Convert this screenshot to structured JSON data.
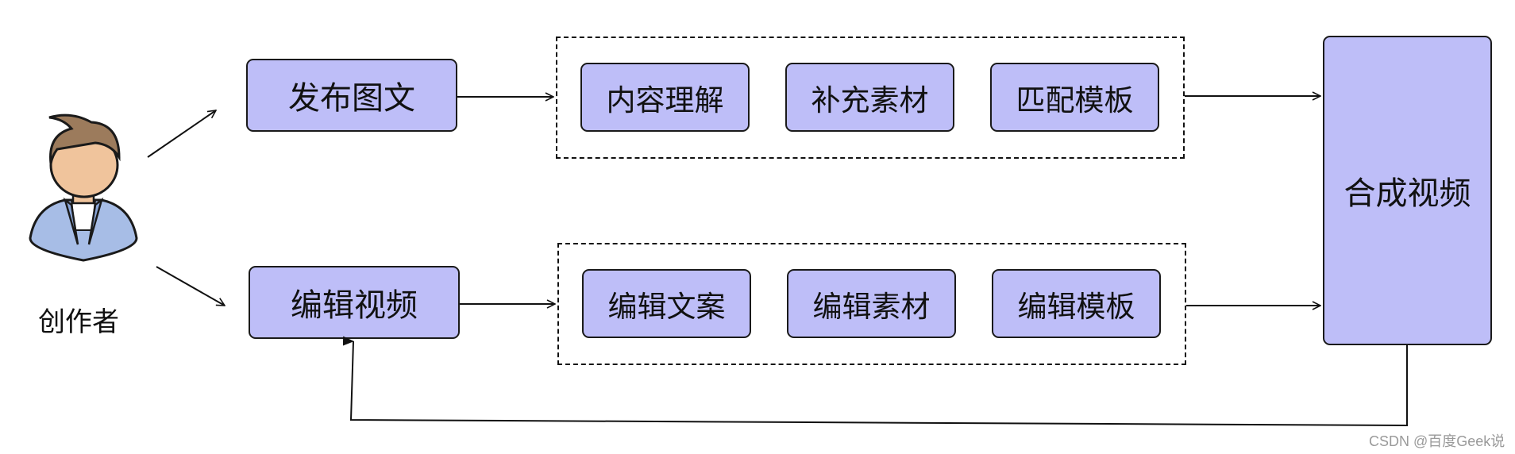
{
  "creator": {
    "label": "创作者",
    "icon": "person-avatar-icon"
  },
  "top_row": {
    "source": "发布图文",
    "steps": [
      "内容理解",
      "补充素材",
      "匹配模板"
    ]
  },
  "bottom_row": {
    "source": "编辑视频",
    "steps": [
      "编辑文案",
      "编辑素材",
      "编辑模板"
    ]
  },
  "output": "合成视频",
  "watermark": "CSDN @百度Geek说",
  "colors": {
    "box_fill": "#bebef8",
    "stroke": "#111111"
  }
}
